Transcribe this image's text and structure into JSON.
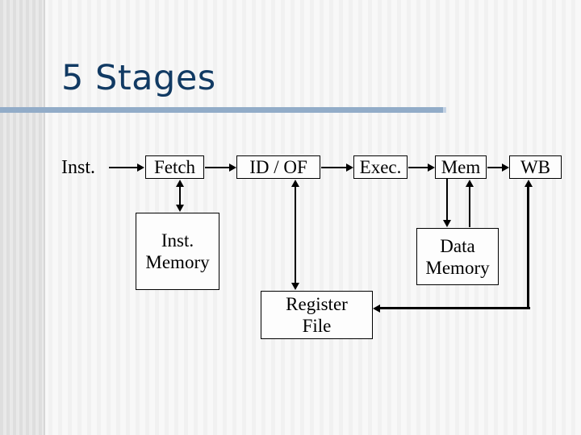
{
  "slide": {
    "title": "5 Stages",
    "colors": {
      "title_text": "#113a63",
      "title_underline": "#92acc8",
      "diagram_lines": "#000000",
      "box_fill": "#fdfdfd"
    }
  },
  "diagram": {
    "input_label": "Inst.",
    "stages": [
      {
        "id": "fetch",
        "label": "Fetch"
      },
      {
        "id": "idof",
        "label": "ID / OF"
      },
      {
        "id": "exec",
        "label": "Exec."
      },
      {
        "id": "mem",
        "label": "Mem"
      },
      {
        "id": "wb",
        "label": "WB"
      }
    ],
    "memories": [
      {
        "id": "inst-memory",
        "line1": "Inst.",
        "line2": "Memory"
      },
      {
        "id": "data-memory",
        "line1": "Data",
        "line2": "Memory"
      },
      {
        "id": "register-file",
        "line1": "Register",
        "line2": "File"
      }
    ]
  }
}
